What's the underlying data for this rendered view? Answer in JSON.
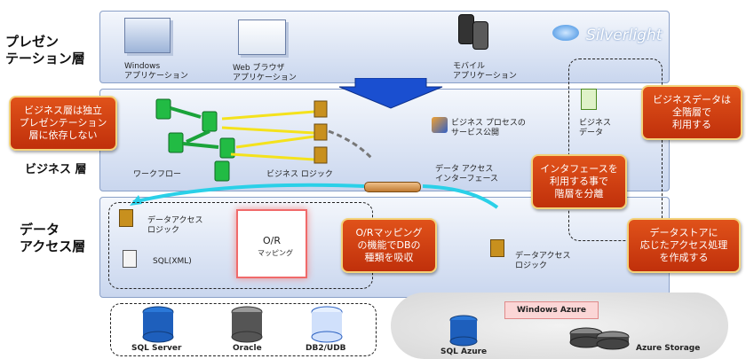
{
  "layers": {
    "presentation": "プレゼン\nテーション層",
    "business": "ビジネス 層",
    "data_access": "データ\nアクセス層"
  },
  "presentation_apps": [
    {
      "label": "Windows\nアプリケーション"
    },
    {
      "label": "Web ブラウザ\nアプリケーション"
    },
    {
      "label": "モバイル\nアプリケーション"
    }
  ],
  "silverlight": "Silverlight",
  "business_items": {
    "workflow": "ワークフロー",
    "logic": "ビジネス ロジック",
    "process": "ビジネス プロセスの\nサービス公開",
    "data": "ビジネス\nデータ",
    "interface": "データ アクセス\nインターフェース"
  },
  "data_access_items": {
    "dal_left": "データアクセス\nロジック",
    "sqlxml": "SQL(XML)",
    "or_mapping_title": "O/R",
    "or_mapping_sub": "マッピング",
    "dal_right": "データアクセス\nロジック"
  },
  "callouts": {
    "independent": "ビジネス層は独立\nプレゼンテーション\n層に依存しない",
    "business_data": "ビジネスデータは\n全階層で\n利用する",
    "interface": "インタフェースを\n利用する事で\n階層を分離",
    "or_mapping": "O/Rマッピング\nの機能でDBの\n種類を吸収",
    "datastore": "データストアに\n応じたアクセス処理\nを作成する"
  },
  "databases": [
    "SQL Server",
    "Oracle",
    "DB2/UDB"
  ],
  "cloud": {
    "label": "Windows Azure",
    "sql_azure": "SQL Azure",
    "storage": "Azure Storage"
  },
  "colors": {
    "accent": "#d8401a",
    "layer": "#c9d6ee",
    "arrow_blue": "#1a4fd0",
    "arrow_yellow": "#f4e21c",
    "arrow_cyan": "#2ad0e8"
  }
}
